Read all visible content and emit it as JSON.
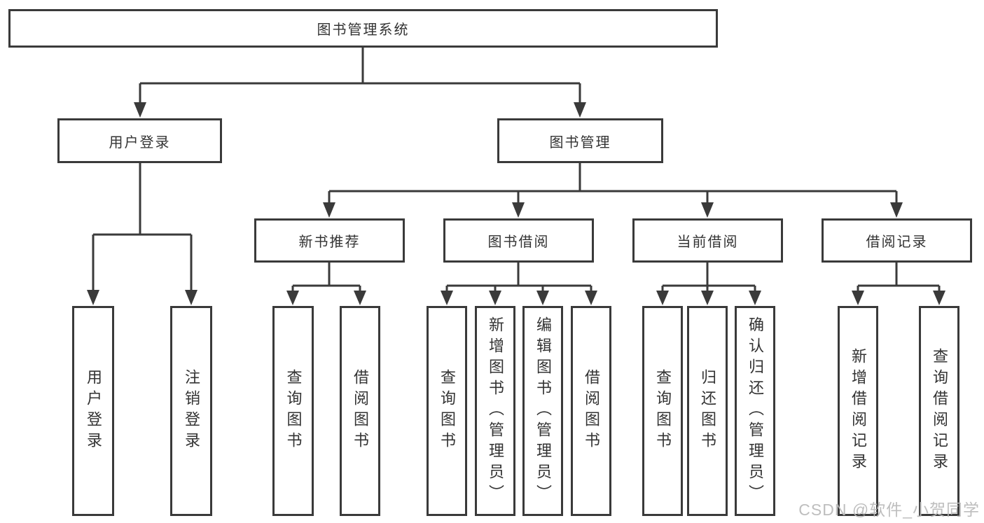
{
  "diagram": {
    "type": "functional-structure-tree",
    "title": "图书管理系统",
    "hierarchy": {
      "root": "图书管理系统",
      "children": [
        {
          "label": "用户登录",
          "children": [
            "用户登录",
            "注销登录"
          ]
        },
        {
          "label": "图书管理",
          "children": [
            {
              "label": "新书推荐",
              "children": [
                "查询图书",
                "借阅图书"
              ]
            },
            {
              "label": "图书借阅",
              "children": [
                "查询图书",
                "新增图书（管理员）",
                "编辑图书（管理员）",
                "借阅图书"
              ]
            },
            {
              "label": "当前借阅",
              "children": [
                "查询图书",
                "归还图书",
                "确认归还（管理员）"
              ]
            },
            {
              "label": "借阅记录",
              "children": [
                "新增借阅记录",
                "查询借阅记录"
              ]
            }
          ]
        }
      ]
    }
  },
  "nodes": {
    "root": "图书管理系统",
    "user_login": "用户登录",
    "book_management": "图书管理",
    "new_book_recommendation": "新书推荐",
    "book_borrowing": "图书借阅",
    "current_borrowing": "当前借阅",
    "borrowing_records": "借阅记录",
    "leaf_user_login": "用户登录",
    "leaf_logout": "注销登录",
    "leaf_nb_query_books": "查询图书",
    "leaf_nb_borrow_books": "借阅图书",
    "leaf_bb_query_books": "查询图书",
    "leaf_bb_add_books_admin": "新增图书（管理员）",
    "leaf_bb_edit_books_admin": "编辑图书（管理员）",
    "leaf_bb_borrow_books": "借阅图书",
    "leaf_cb_query_books": "查询图书",
    "leaf_cb_return_books": "归还图书",
    "leaf_cb_confirm_return_admin": "确认归还（管理员）",
    "leaf_br_add_record": "新增借阅记录",
    "leaf_br_query_record": "查询借阅记录"
  },
  "watermark": {
    "text": "CSDN @软件_小贺同学"
  },
  "colors": {
    "line": "#3a3a3a",
    "text": "#333333",
    "background": "#ffffff",
    "watermark": "#b9b9b9"
  }
}
